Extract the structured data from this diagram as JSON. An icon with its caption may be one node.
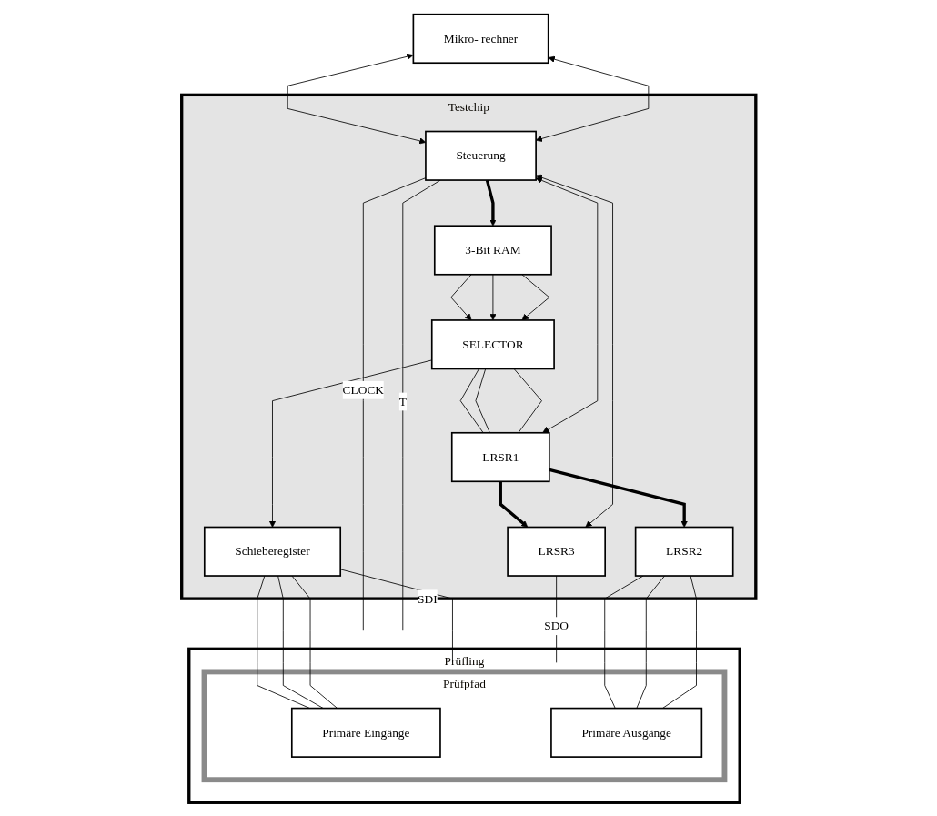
{
  "diagram": {
    "nodes": [
      {
        "text": [
          "Testchip"
        ]
      },
      {
        "text": [
          "Steuerung"
        ],
        "in": 0
      },
      {
        "text": [
          "3-Bit RAM"
        ],
        "in": 0
      },
      {
        "text": [
          "SELECTOR"
        ],
        "in": 0
      },
      {
        "text": [
          "Schieberegister"
        ],
        "in": 0
      },
      {
        "text": [
          "LRSR1"
        ],
        "in": 0
      },
      {
        "text": [
          "LRSR2"
        ],
        "in": 0
      },
      {
        "text": [
          "LRSR3"
        ],
        "in": 0
      },
      {
        "text": [
          "Prüfling"
        ]
      },
      {
        "text": [
          "Prüfpfad"
        ],
        "in": 8
      },
      {
        "text": [
          "Primäre Eingänge"
        ],
        "in": 9
      },
      {
        "text": [
          "Primäre Ausgänge"
        ],
        "in": 9
      },
      {
        "text": [
          "Mikro- rechner"
        ]
      }
    ],
    "edges": [
      {
        "from": 1,
        "to": 8,
        "arrow": "none",
        "label": "CLOCK"
      },
      {
        "from": 1,
        "to": 8,
        "arrow": "none",
        "label": "T"
      },
      {
        "from": 4,
        "to": 9,
        "arrow": "none",
        "label": "SDI"
      },
      {
        "from": 1,
        "to": 2,
        "arrow": "to",
        "style": "thick"
      },
      {
        "from": 2,
        "to": 3,
        "arrow": "to"
      },
      {
        "from": 2,
        "to": 3,
        "arrow": "to"
      },
      {
        "from": 2,
        "to": 3,
        "arrow": "to"
      },
      {
        "from": 3,
        "to": 5,
        "arrow": "none"
      },
      {
        "from": 3,
        "to": 5,
        "arrow": "none"
      },
      {
        "from": 3,
        "to": 5,
        "arrow": "none"
      },
      {
        "from": 3,
        "to": 4,
        "arrow": "to"
      },
      {
        "from": 4,
        "to": 10,
        "arrow": "none"
      },
      {
        "from": 4,
        "to": 10,
        "arrow": "none"
      },
      {
        "from": 4,
        "to": 10,
        "arrow": "none"
      },
      {
        "from": 6,
        "to": 11,
        "arrow": "none"
      },
      {
        "from": 6,
        "to": 11,
        "arrow": "none"
      },
      {
        "from": 6,
        "to": 11,
        "arrow": "none"
      },
      {
        "from": 7,
        "to": 9,
        "arrow": "none",
        "label": "SDO"
      },
      {
        "from": 12,
        "to": 1,
        "arrow": "both"
      },
      {
        "from": 12,
        "to": 1,
        "arrow": "both"
      },
      {
        "from": 7,
        "to": 1,
        "arrow": "both"
      },
      {
        "from": 5,
        "to": 1,
        "arrow": "both"
      },
      {
        "from": 5,
        "to": 6,
        "arrow": "to",
        "style": "thick"
      },
      {
        "from": 5,
        "to": 7,
        "arrow": "to",
        "style": "thick"
      }
    ]
  }
}
